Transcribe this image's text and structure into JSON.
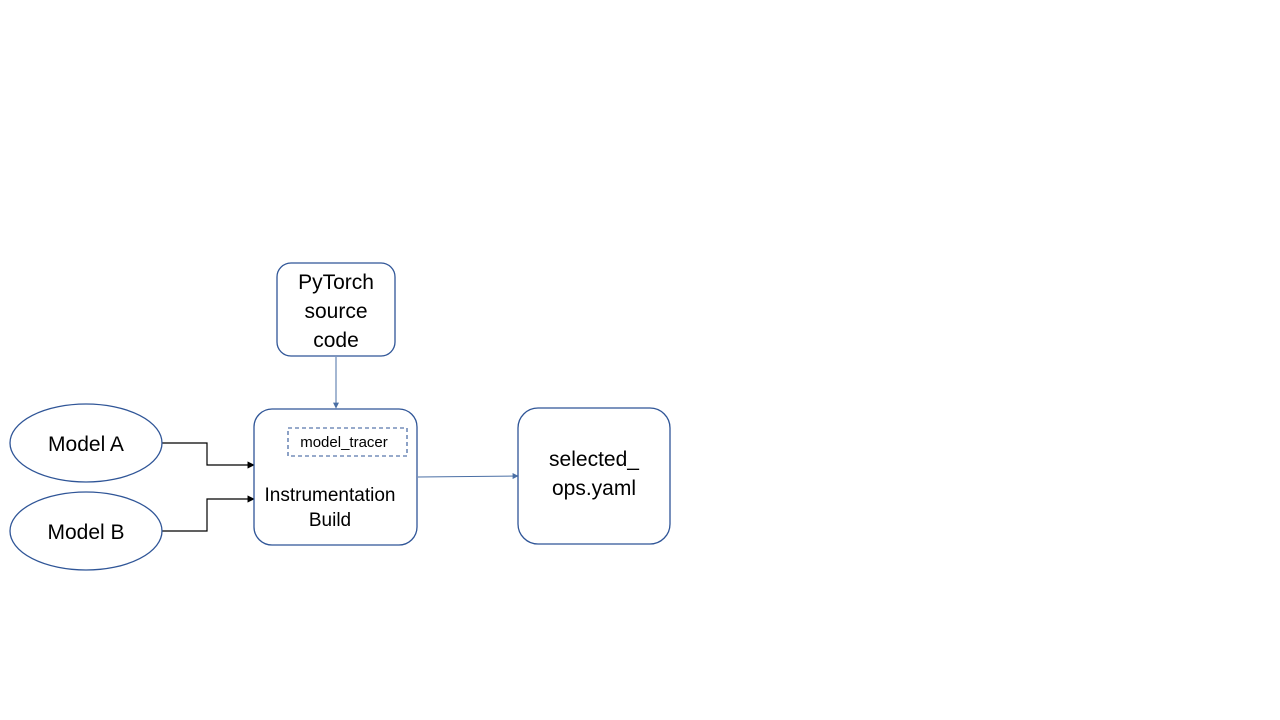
{
  "colors": {
    "node_stroke": "#2f5597",
    "edge_blue": "#4a6fa5",
    "edge_black": "#000000",
    "background": "#ffffff"
  },
  "nodes": {
    "pytorch_source": {
      "line1": "PyTorch",
      "line2": "source",
      "line3": "code"
    },
    "model_a": {
      "label": "Model A"
    },
    "model_b": {
      "label": "Model B"
    },
    "instrumentation_build": {
      "line1": "Instrumentation",
      "line2": "Build",
      "inner_label": "model_tracer"
    },
    "selected_ops": {
      "line1": "selected_",
      "line2": "ops.yaml"
    }
  }
}
